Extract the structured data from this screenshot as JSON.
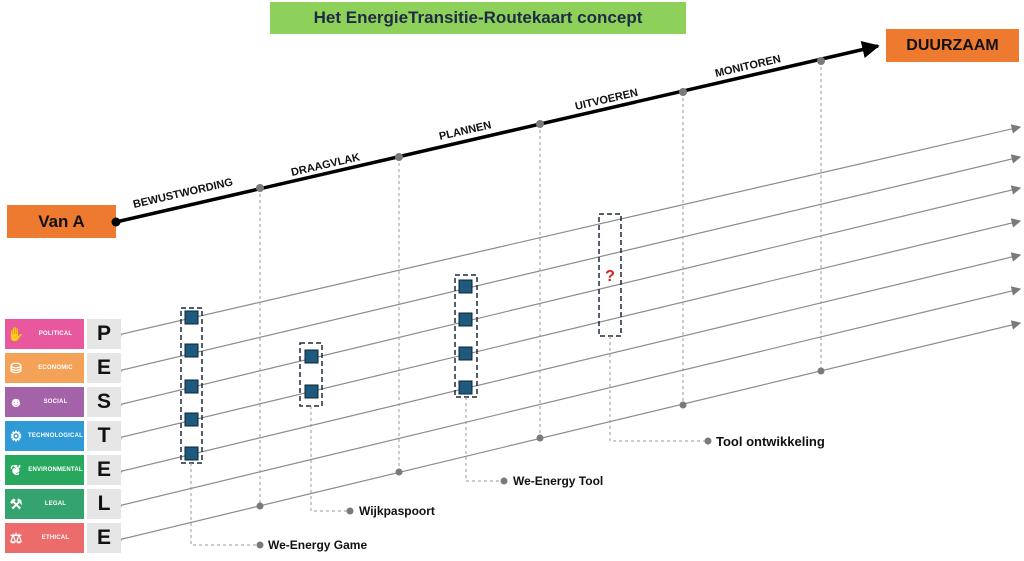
{
  "title": "Het EnergieTransitie-Routekaart concept",
  "start_label": "Van A",
  "end_label": "DUURZAAM",
  "phases": [
    "BEWUSTWORDING",
    "DRAAGVLAK",
    "PLANNEN",
    "UITVOEREN",
    "MONITOREN"
  ],
  "pestle": [
    {
      "label": "POLITICAL",
      "letter": "P",
      "color": "#e9579e",
      "icon": "hand-vote-icon"
    },
    {
      "label": "ECONOMIC",
      "letter": "E",
      "color": "#f3a257",
      "icon": "coins-icon"
    },
    {
      "label": "SOCIAL",
      "letter": "S",
      "color": "#a462a8",
      "icon": "people-icon"
    },
    {
      "label": "TECHNOLOGICAL",
      "letter": "T",
      "color": "#2f9ad6",
      "icon": "robot-arm-icon"
    },
    {
      "label": "ENVIRONMENTAL",
      "letter": "E",
      "color": "#27a85e",
      "icon": "leaf-icon"
    },
    {
      "label": "LEGAL",
      "letter": "L",
      "color": "#35a36d",
      "icon": "gavel-icon"
    },
    {
      "label": "ETHICAL",
      "letter": "E",
      "color": "#ec6b6b",
      "icon": "scales-icon"
    }
  ],
  "tools": [
    {
      "label": "We-Energy Game"
    },
    {
      "label": "Wijkpaspoort"
    },
    {
      "label": "We-Energy Tool"
    },
    {
      "label": "Tool ontwikkeling",
      "marker": "?"
    }
  ],
  "colors": {
    "accent_orange": "#ee7a2f",
    "title_green": "#8ed15a",
    "square_fill": "#1e5a7e"
  }
}
